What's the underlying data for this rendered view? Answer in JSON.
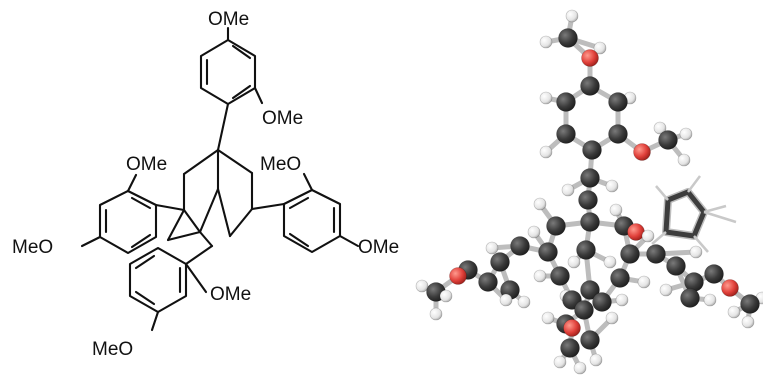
{
  "structure_2d": {
    "labels": {
      "ome_top": "OMe",
      "ome_upper_ring": "OMe",
      "ome_left_upper": "OMe",
      "meo_left_lower": "MeO",
      "meo_right_upper": "MeO",
      "ome_right_lower": "OMe",
      "ome_bottom_ring": "OMe",
      "meo_bottom": "MeO"
    }
  },
  "colors": {
    "carbon": "#3a3a3a",
    "hydrogen": "#f2f2f2",
    "oxygen": "#e0403a",
    "bond_line": "#111111",
    "stick": "#bdbdbd"
  },
  "icons": {
    "molecule_3d": "ball-and-stick-model"
  }
}
